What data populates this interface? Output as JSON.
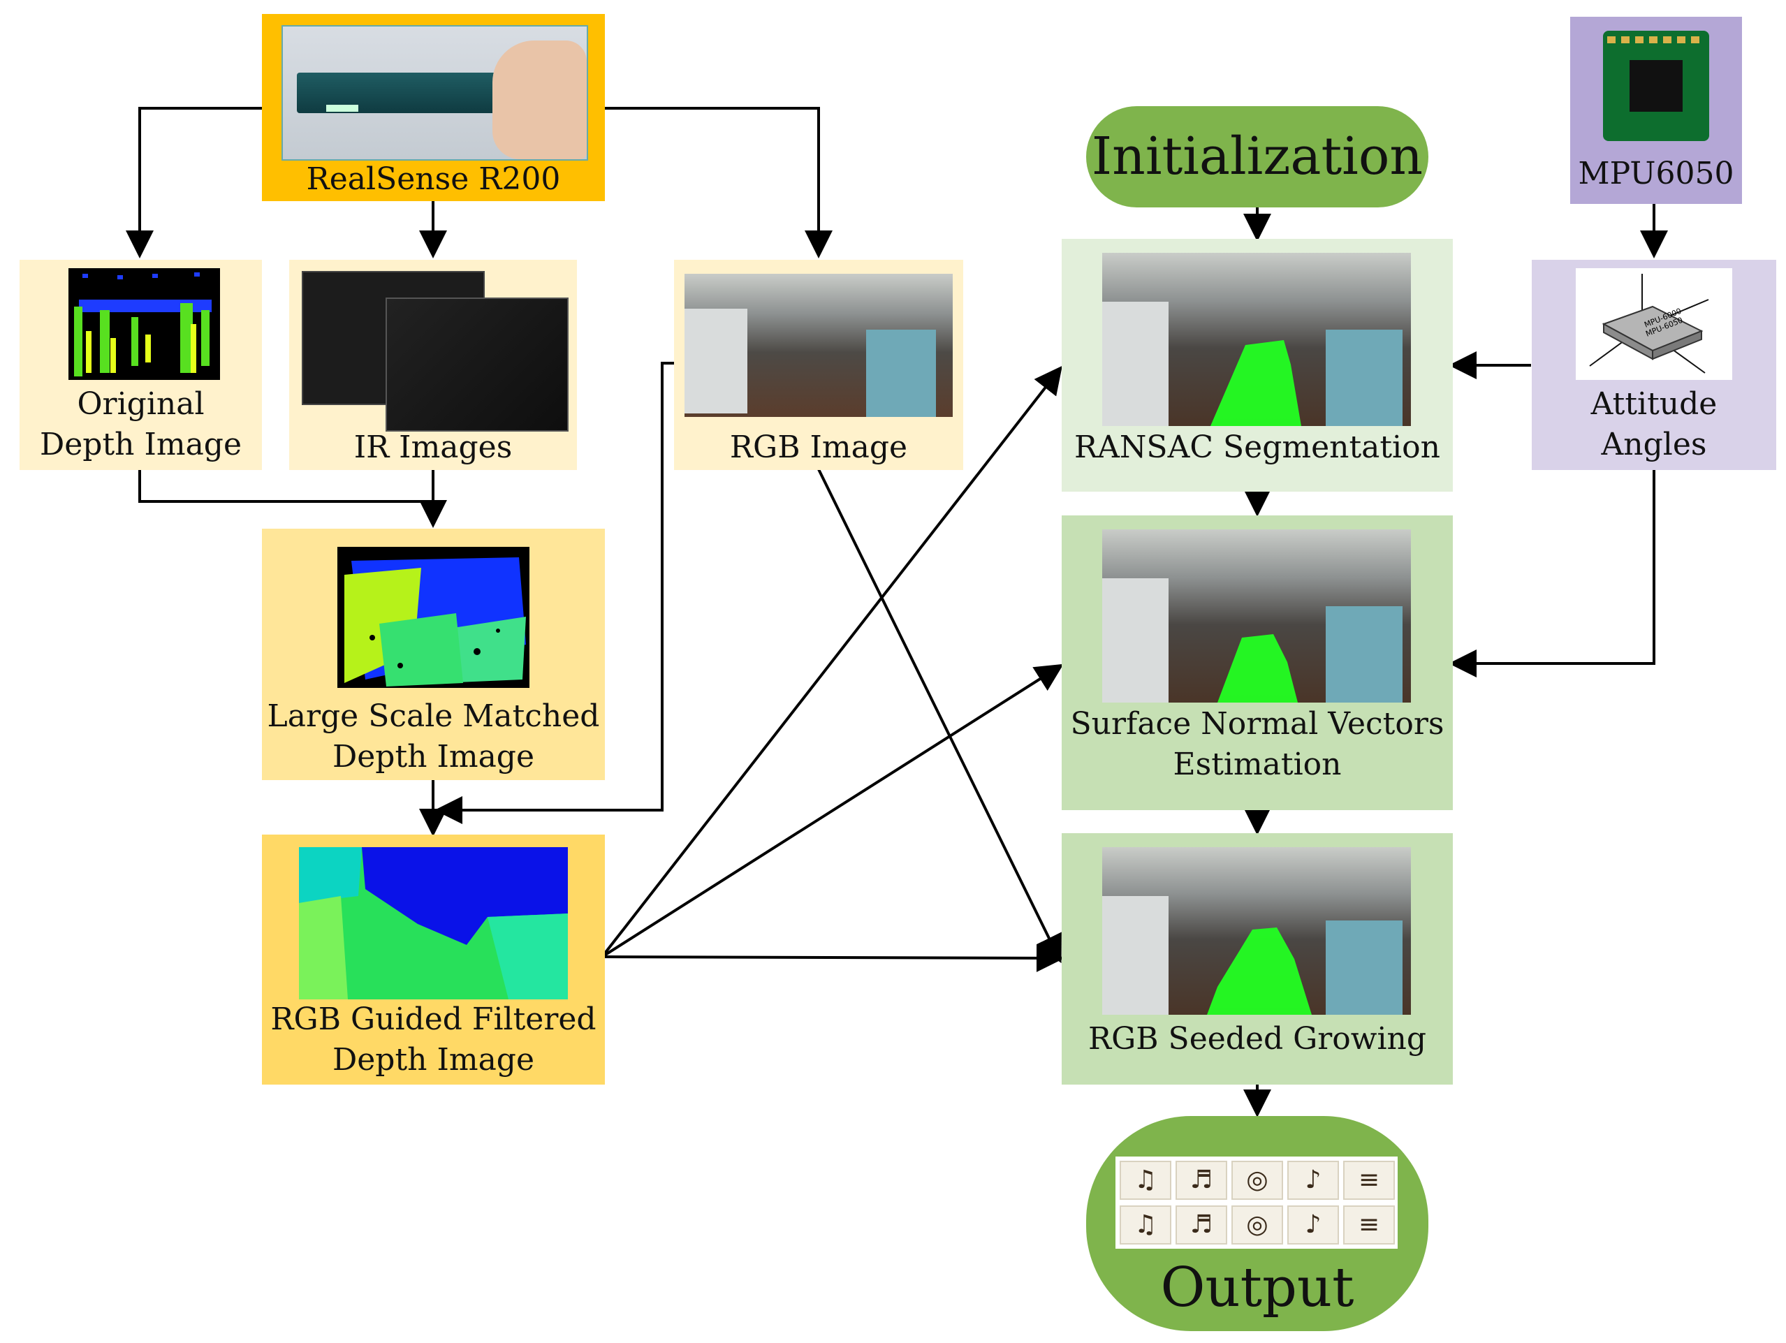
{
  "colors": {
    "sensor_box": "#ffbf00",
    "light_box": "#fff2cc",
    "mid_box": "#ffe699",
    "dark_box": "#ffd966",
    "green_light": "#e2efda",
    "green_mid": "#c6e0b4",
    "green_pill": "#7fb44c",
    "purple_dark": "#b4a7d6",
    "purple_light": "#d9d2e9",
    "segmentation_green": "#22ff22"
  },
  "nodes": {
    "realsense": {
      "label": "RealSense R200"
    },
    "original_depth": {
      "label": "Original\nDepth Image"
    },
    "ir_images": {
      "label": "IR Images"
    },
    "rgb_image": {
      "label": "RGB Image"
    },
    "large_scale": {
      "label": "Large Scale Matched\nDepth Image"
    },
    "guided": {
      "label": "RGB Guided Filtered\nDepth Image"
    },
    "initialization": {
      "label": "Initialization"
    },
    "ransac": {
      "label": "RANSAC Segmentation"
    },
    "surface": {
      "label": "Surface Normal Vectors\nEstimation"
    },
    "seeded": {
      "label": "RGB Seeded Growing"
    },
    "output": {
      "label": "Output"
    },
    "mpu": {
      "label": "MPU6050"
    },
    "attitude": {
      "label": "Attitude\nAngles"
    }
  },
  "output_icons": [
    "trombone-icon",
    "piano-icon",
    "gong-icon",
    "violin-icon",
    "xylophone-icon"
  ],
  "chip_labels": {
    "top": "MPU-6000",
    "bottom": "MPU-6050"
  }
}
